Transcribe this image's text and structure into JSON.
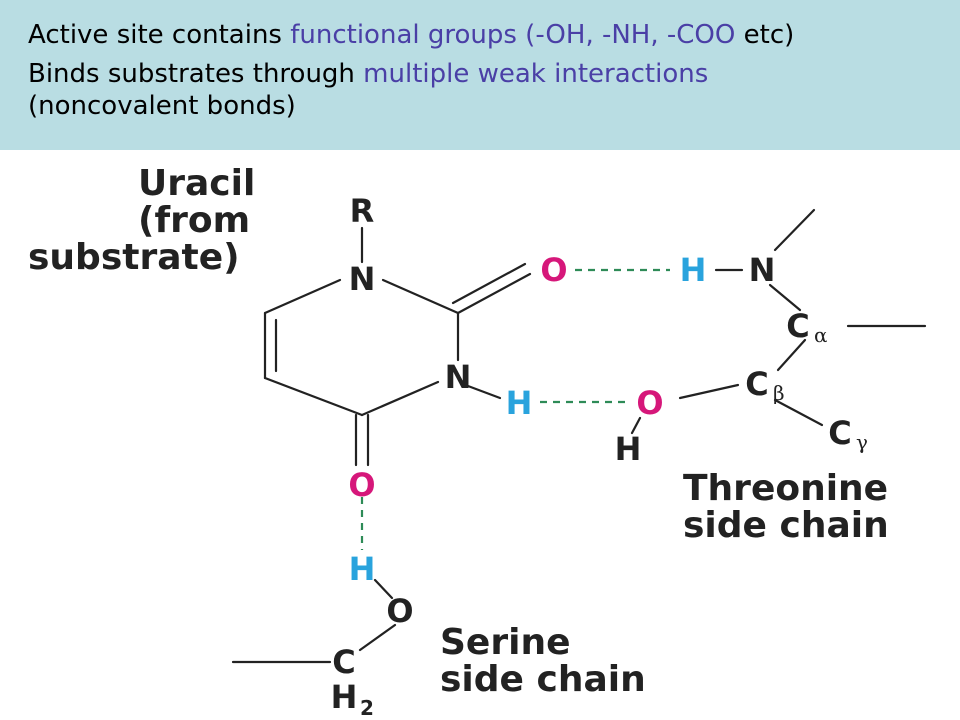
{
  "header": {
    "line1": {
      "prefix": "Active site contains ",
      "highlight": "functional groups (-OH, -NH, -COO",
      "suffix": " etc)"
    },
    "line2": {
      "prefix": "Binds substrates through ",
      "highlight": "multiple weak interactions",
      "suffix": "(noncovalent bonds)"
    }
  },
  "colors": {
    "header_bg": "#b9dde3",
    "highlight_text": "#4a3fa6",
    "oxygen": "#d6177a",
    "hydrogen": "#29a3dd",
    "hbond": "#2e8b57",
    "bond": "#222222"
  },
  "diagram": {
    "uracil_label": [
      "Uracil",
      "(from",
      "substrate)"
    ],
    "threonine_label": [
      "Threonine",
      "side chain"
    ],
    "serine_label": [
      "Serine",
      "side chain"
    ],
    "atoms": {
      "r": "R",
      "n1": "N",
      "o_carbonyl_top": "O",
      "h_thr_n": "H",
      "n_thr": "N",
      "c_alpha": "C",
      "c_alpha_sub": "α",
      "n3": "N",
      "h_n3": "H",
      "o_thr": "O",
      "h_thr_o": "H",
      "c_beta": "C",
      "c_beta_sub": "β",
      "c_gamma": "C",
      "c_gamma_sub": "γ",
      "o_carbonyl_bottom": "O",
      "h_ser": "H",
      "o_ser": "O",
      "c_ser": "C",
      "h2_ser": "H",
      "h2_ser_sub": "2"
    }
  }
}
